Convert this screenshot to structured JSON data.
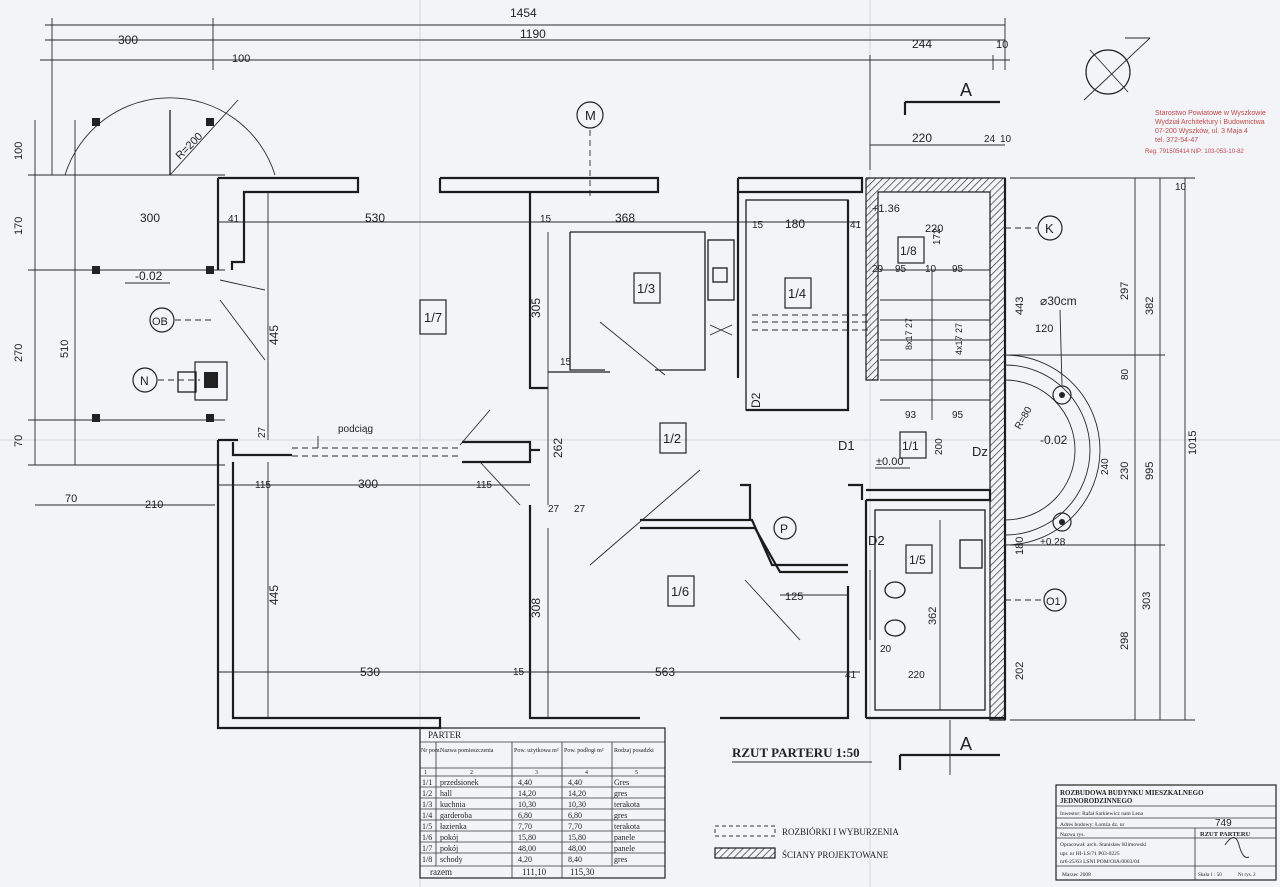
{
  "plan_title": "RZUT PARTERU 1:50",
  "section_marks": {
    "top": "A",
    "bottom": "A"
  },
  "axes": {
    "m": "M",
    "k": "K",
    "n": "N",
    "ob": "OB",
    "p": "P",
    "o1": "O1"
  },
  "rooms": [
    {
      "id": "1/7"
    },
    {
      "id": "1/3"
    },
    {
      "id": "1/4"
    },
    {
      "id": "1/8"
    },
    {
      "id": "1/2"
    },
    {
      "id": "1/1"
    },
    {
      "id": "1/5"
    },
    {
      "id": "1/6"
    }
  ],
  "levels": {
    "left": "-0.02",
    "stair_top": "+1.36",
    "entry": "-0.02",
    "hall": "±0.00",
    "porch": "+0.28"
  },
  "door_labels": {
    "d2_a": "D2",
    "d1": "D1",
    "dz": "Dz",
    "d2_b": "D2"
  },
  "annotations": {
    "podciag": "podciąg",
    "column": "⌀30cm",
    "radius_big": "R=200",
    "radius_small": "R=80",
    "stair_a": "8x17 27",
    "stair_b": "4x17 27"
  },
  "dimensions": {
    "top_total": "1454",
    "top_inner": "1190",
    "d300": "300",
    "d100": "100",
    "d244": "244",
    "d10": "10",
    "d220a": "220",
    "d24": "24",
    "d10b": "10",
    "left_100": "100",
    "left_170": "170",
    "left_270": "270",
    "left_70": "70",
    "left_510": "510",
    "r300": "300",
    "r530a": "530",
    "r41": "41",
    "r15a": "15",
    "r368": "368",
    "r15b": "15",
    "r180": "180",
    "r41b": "41",
    "r220": "220",
    "v445a": "445",
    "v305": "305",
    "v262": "262",
    "v308": "308",
    "v445b": "445",
    "h115a": "115",
    "h300": "300",
    "h115b": "115",
    "h70": "70",
    "h210": "210",
    "h27a": "27",
    "h27b": "27",
    "h27c": "27",
    "h15c": "15",
    "h15d": "15",
    "b530": "530",
    "b563": "563",
    "b41": "41",
    "h125": "125",
    "s29": "29",
    "s95a": "95",
    "s10": "10",
    "s95b": "95",
    "s93": "93",
    "s95c": "95",
    "s172": "172",
    "s200": "200",
    "s362": "362",
    "s220b": "220",
    "s120": "120",
    "s80": "80",
    "s20": "20",
    "rt297": "297",
    "rt382": "382",
    "rt443": "443",
    "rt995": "995",
    "rt1015": "1015",
    "rt230": "230",
    "rt240": "240",
    "rt303": "303",
    "rt298": "298",
    "rt202": "202",
    "rt180": "180",
    "rt80": "80",
    "rt10": "10"
  },
  "room_table": {
    "header": "PARTER",
    "columns": [
      "Nr pom.",
      "Nazwa pomieszczenia",
      "Pow. użytkowa m²",
      "Pow. podłogi m²",
      "Rodzaj posadzki"
    ],
    "index_row": [
      "1",
      "2",
      "3",
      "4",
      "5"
    ],
    "rows": [
      [
        "1/1",
        "przedsionek",
        "4,40",
        "4,40",
        "Gres"
      ],
      [
        "1/2",
        "hall",
        "14,20",
        "14,20",
        "gres"
      ],
      [
        "1/3",
        "kuchnia",
        "10,30",
        "10,30",
        "terakota"
      ],
      [
        "1/4",
        "garderoba",
        "6,80",
        "6,80",
        "gres"
      ],
      [
        "1/5",
        "łazienka",
        "7,70",
        "7,70",
        "terakota"
      ],
      [
        "1/6",
        "pokój",
        "15,80",
        "15,80",
        "panele"
      ],
      [
        "1/7",
        "pokój",
        "48,00",
        "48,00",
        "panele"
      ],
      [
        "1/8",
        "schody",
        "4,20",
        "8,40",
        "gres"
      ]
    ],
    "total_label": "razem",
    "total_usable": "111,10",
    "total_floor": "115,30"
  },
  "legend": [
    {
      "label": "ROZBIÓRKI I WYBURZENIA"
    },
    {
      "label": "ŚCIANY PROJEKTOWANE"
    }
  ],
  "title_block": {
    "line1": "ROZBUDOWA BUDYNKU MIESZKALNEGO",
    "line2": "JEDNORODZINNEGO",
    "investor": "Inwestor: Rafał Sarkiewicz nam Lena",
    "address": "Adres budowy: Łomża dz. nr",
    "plot": "749",
    "sheet_name_label": "Nazwa rys.",
    "sheet_name": "RZUT PARTERU",
    "author": "Opracował: arch. Stanisław Klimowski",
    "license1": "upr. nr HI-LS/71 P03-0225",
    "license2": "nr6-25/63 LSNI POM/OIA/0003/04",
    "date": "Marzec 2008",
    "scale": "Skala 1 : 50",
    "sheet_no": "Nr rys. 2"
  },
  "stamp": {
    "line1": "Starostwo Powiatowe w Wyszkowie",
    "line2": "Wydział Architektury i Budownictwa",
    "line3": "07-200 Wyszków, ul. 3 Maja 4",
    "line4": "tel. 372-54-47",
    "line5": "Reg. 791505414 NIP: 103-053-10-82"
  }
}
